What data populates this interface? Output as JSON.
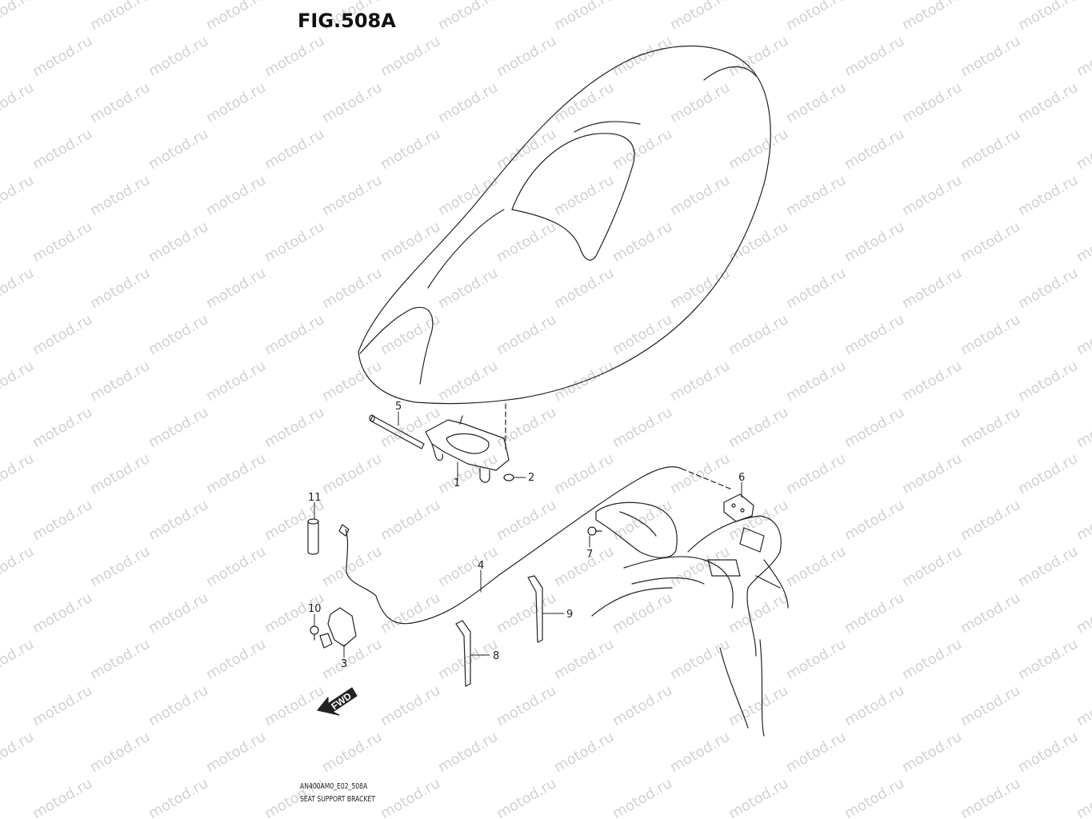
{
  "figure": {
    "title": "FIG.508A",
    "code": "AN400AM0_E02_508A",
    "caption": "SEAT SUPPORT BRACKET"
  },
  "watermark": "motod.ru",
  "fwd_label": "FWD",
  "callouts": [
    "1",
    "2",
    "3",
    "4",
    "5",
    "6",
    "7",
    "8",
    "9",
    "10",
    "11"
  ],
  "colors": {
    "line": "#222222",
    "watermark": "#d2d2d2",
    "background": "#ffffff"
  }
}
